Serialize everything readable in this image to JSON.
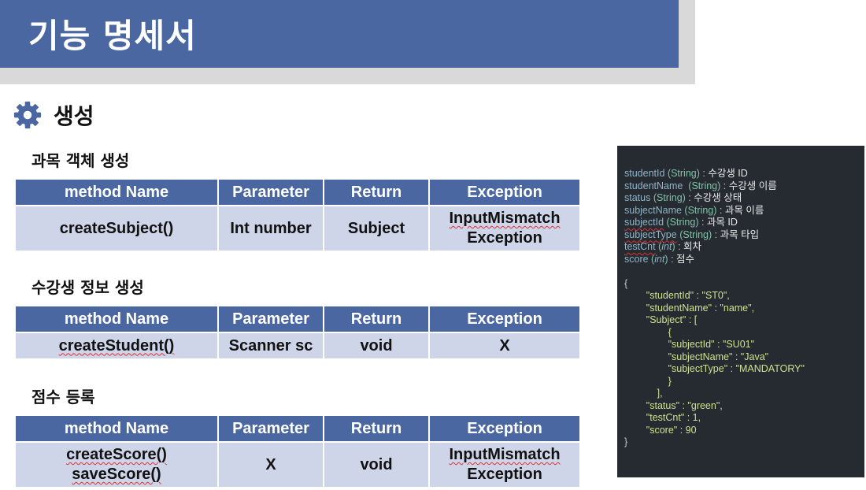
{
  "banner": {
    "title": "기능 명세서"
  },
  "section": {
    "title": "생성",
    "icon": "gear-icon"
  },
  "tables": [
    {
      "subtitle": "과목 객체 생성",
      "headers": [
        "method Name",
        "Parameter",
        "Return",
        "Exception"
      ],
      "row": {
        "method": [
          "createSubject()"
        ],
        "parameter": "Int number",
        "return": "Subject",
        "exception": [
          "InputMismatch",
          "Exception"
        ]
      }
    },
    {
      "subtitle": "수강생 정보 생성",
      "headers": [
        "method Name",
        "Parameter",
        "Return",
        "Exception"
      ],
      "row": {
        "method": [
          "createStudent()"
        ],
        "parameter": "Scanner sc",
        "return": "void",
        "exception": [
          "X"
        ]
      }
    },
    {
      "subtitle": "점수 등록",
      "headers": [
        "method Name",
        "Parameter",
        "Return",
        "Exception"
      ],
      "row": {
        "method": [
          "createScore()",
          "saveScore()"
        ],
        "parameter": "X",
        "return": "void",
        "exception": [
          "InputMismatch",
          "Exception"
        ]
      }
    }
  ],
  "code": {
    "fields": [
      {
        "name": "studentId",
        "type": "String",
        "desc": "수강생 ID"
      },
      {
        "name": "studentName ",
        "type": "String",
        "desc": "수강생 이름"
      },
      {
        "name": "status",
        "type": "String",
        "desc": "수강생 상태"
      },
      {
        "name": "subjectName",
        "type": "String",
        "desc": "과목 이름"
      },
      {
        "name": "subjectId",
        "type": "String",
        "desc": "과목 ID"
      },
      {
        "name": "subjectType",
        "type": "String",
        "desc": "과목 타입"
      },
      {
        "name": "testCnt",
        "type": "int",
        "desc": "회차"
      },
      {
        "name": "score",
        "type": "int",
        "desc": "점수"
      }
    ],
    "json_lines": [
      "{",
      "        \"studentId\" : \"ST0\",",
      "        \"studentName\" : \"name\",",
      "        \"Subject\" : [",
      "                {",
      "                \"subjectId\" : \"SU01\"",
      "                \"subjectName\" : \"Java\"",
      "                \"subjectType\" : \"MANDATORY\"",
      "                }",
      "            ],",
      "        \"status\" : \"green\",",
      "        \"testCnt\" : 1,",
      "        \"score\" : 90",
      "}"
    ]
  }
}
